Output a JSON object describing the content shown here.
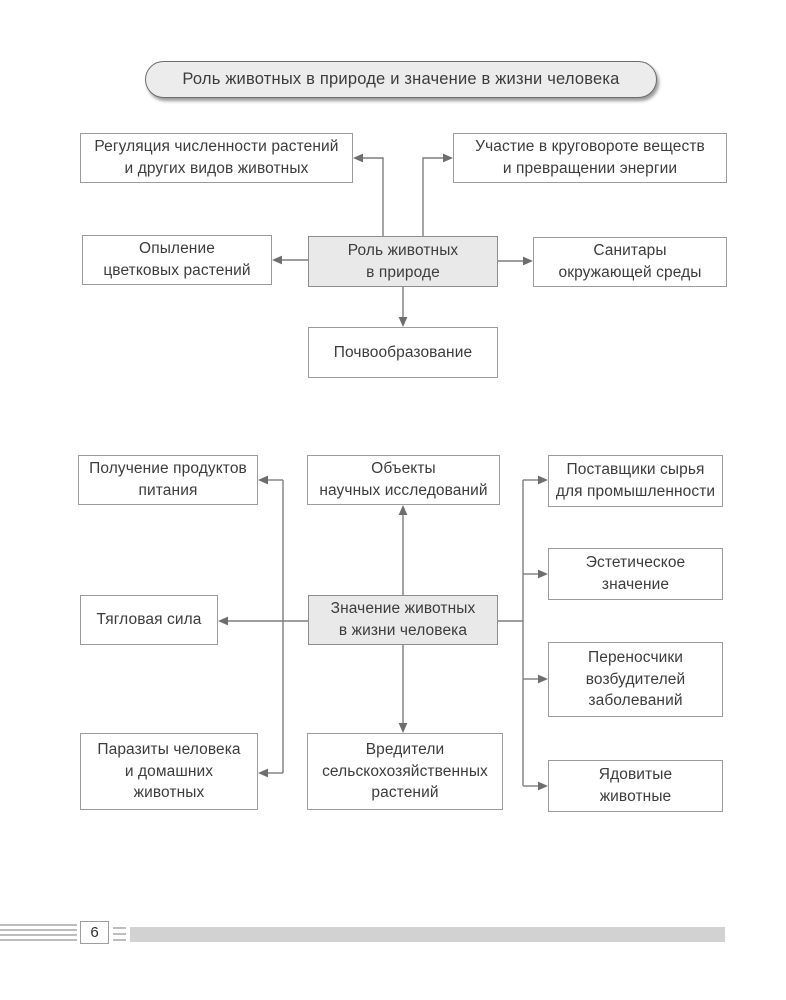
{
  "page": {
    "title": "Роль животных в природе и значение в жизни человека",
    "page_number": "6"
  },
  "cluster1": {
    "center": "Роль животных\nв природе",
    "regulation": "Регуляция численности растений\nи других видов животных",
    "cycle": "Участие в круговороте веществ\nи превращении энергии",
    "pollination": "Опыление\nцветковых растений",
    "sanitation": "Санитары\nокружающей среды",
    "soil": "Почвообразование"
  },
  "cluster2": {
    "center": "Значение животных\nв жизни человека",
    "food": "Получение продуктов\nпитания",
    "research": "Объекты\nнаучных исследований",
    "materials": "Поставщики сырья\nдля промышленности",
    "aesthetic": "Эстетическое\nзначение",
    "draft_power": "Тягловая сила",
    "disease_vectors": "Переносчики\nвозбудителей\nзаболеваний",
    "parasites": "Паразиты человека\nи домашних\nживотных",
    "crop_pests": "Вредители\nсельскохозяйственных\nрастений",
    "venomous": "Ядовитые\nживотные"
  },
  "colors": {
    "text": "#3c3c3c",
    "box-border": "#9b9b9b",
    "center-fill": "#e9e9e9",
    "center-border": "#8c8c8c",
    "pill-fill": "#ececec",
    "pill-border": "#6e6e6e",
    "line": "#7d7d7d",
    "arrow": "#6e6e6e",
    "bar": "#d2d2d2",
    "rule": "#bdbdbd"
  }
}
